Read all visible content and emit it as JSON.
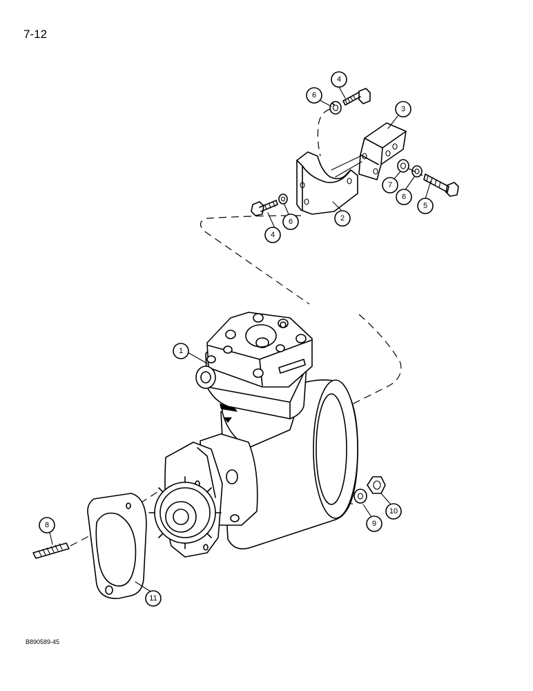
{
  "page": {
    "number": "7-12",
    "figure_code": "B890589-45"
  },
  "callouts": [
    {
      "id": "c1",
      "label": "1"
    },
    {
      "id": "c2",
      "label": "2"
    },
    {
      "id": "c3",
      "label": "3"
    },
    {
      "id": "c4a",
      "label": "4"
    },
    {
      "id": "c4b",
      "label": "4"
    },
    {
      "id": "c5",
      "label": "5"
    },
    {
      "id": "c6a",
      "label": "6"
    },
    {
      "id": "c6b",
      "label": "6"
    },
    {
      "id": "c6c",
      "label": "6"
    },
    {
      "id": "c7",
      "label": "7"
    },
    {
      "id": "c8",
      "label": "8"
    },
    {
      "id": "c9",
      "label": "9"
    },
    {
      "id": "c10",
      "label": "10"
    },
    {
      "id": "c11",
      "label": "11"
    }
  ]
}
